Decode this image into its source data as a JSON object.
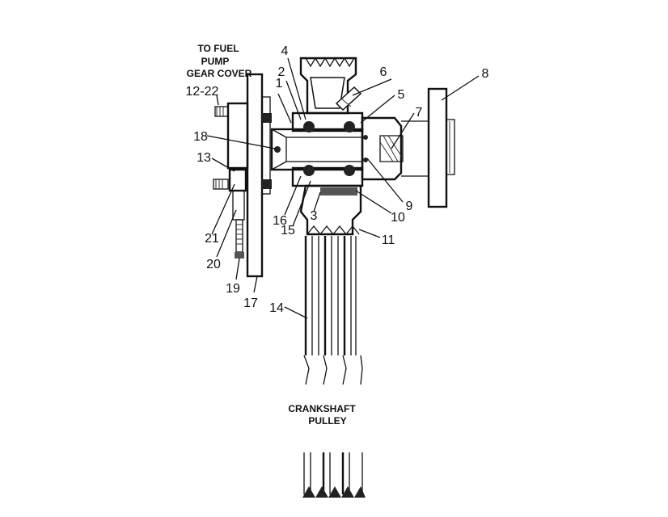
{
  "captions": {
    "fuel_pump_line1": "TO FUEL",
    "fuel_pump_line2": "PUMP",
    "fuel_pump_line3": "GEAR COVER",
    "crankshaft_line1": "CRANKSHAFT",
    "crankshaft_line2": "PULLEY"
  },
  "callouts": {
    "c1": "1",
    "c2": "2",
    "c3": "3",
    "c4": "4",
    "c5": "5",
    "c6": "6",
    "c7": "7",
    "c8": "8",
    "c9": "9",
    "c10": "10",
    "c11": "11",
    "c12_22": "12-22",
    "c13": "13",
    "c14": "14",
    "c15": "15",
    "c16": "16",
    "c17": "17",
    "c18": "18",
    "c19": "19",
    "c20": "20",
    "c21": "21"
  }
}
